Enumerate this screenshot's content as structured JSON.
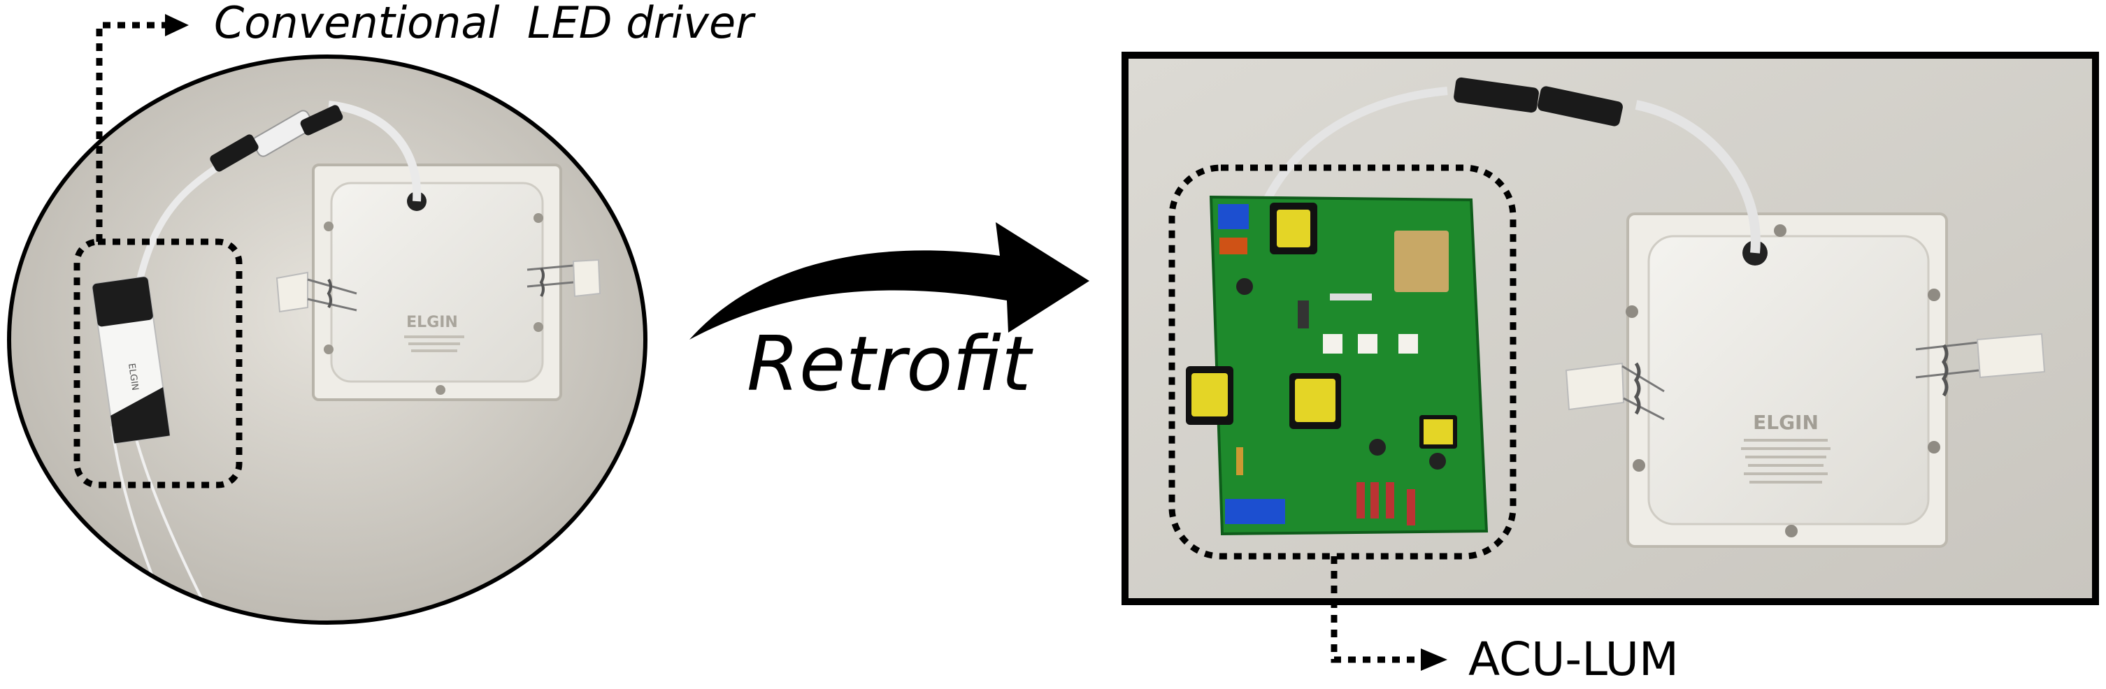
{
  "labels": {
    "conventional_driver": "Conventional  LED driver",
    "retrofit": "Retrofit",
    "acu_lum": "ACU-LUM"
  },
  "photos": {
    "left_panel_brand": "ELGIN",
    "right_panel_brand": "ELGIN",
    "driver_brand": "ELGIN"
  },
  "colors": {
    "pcb_green": "#1e8a2c",
    "wall": "#d9d6cf",
    "frame": "#000000"
  }
}
